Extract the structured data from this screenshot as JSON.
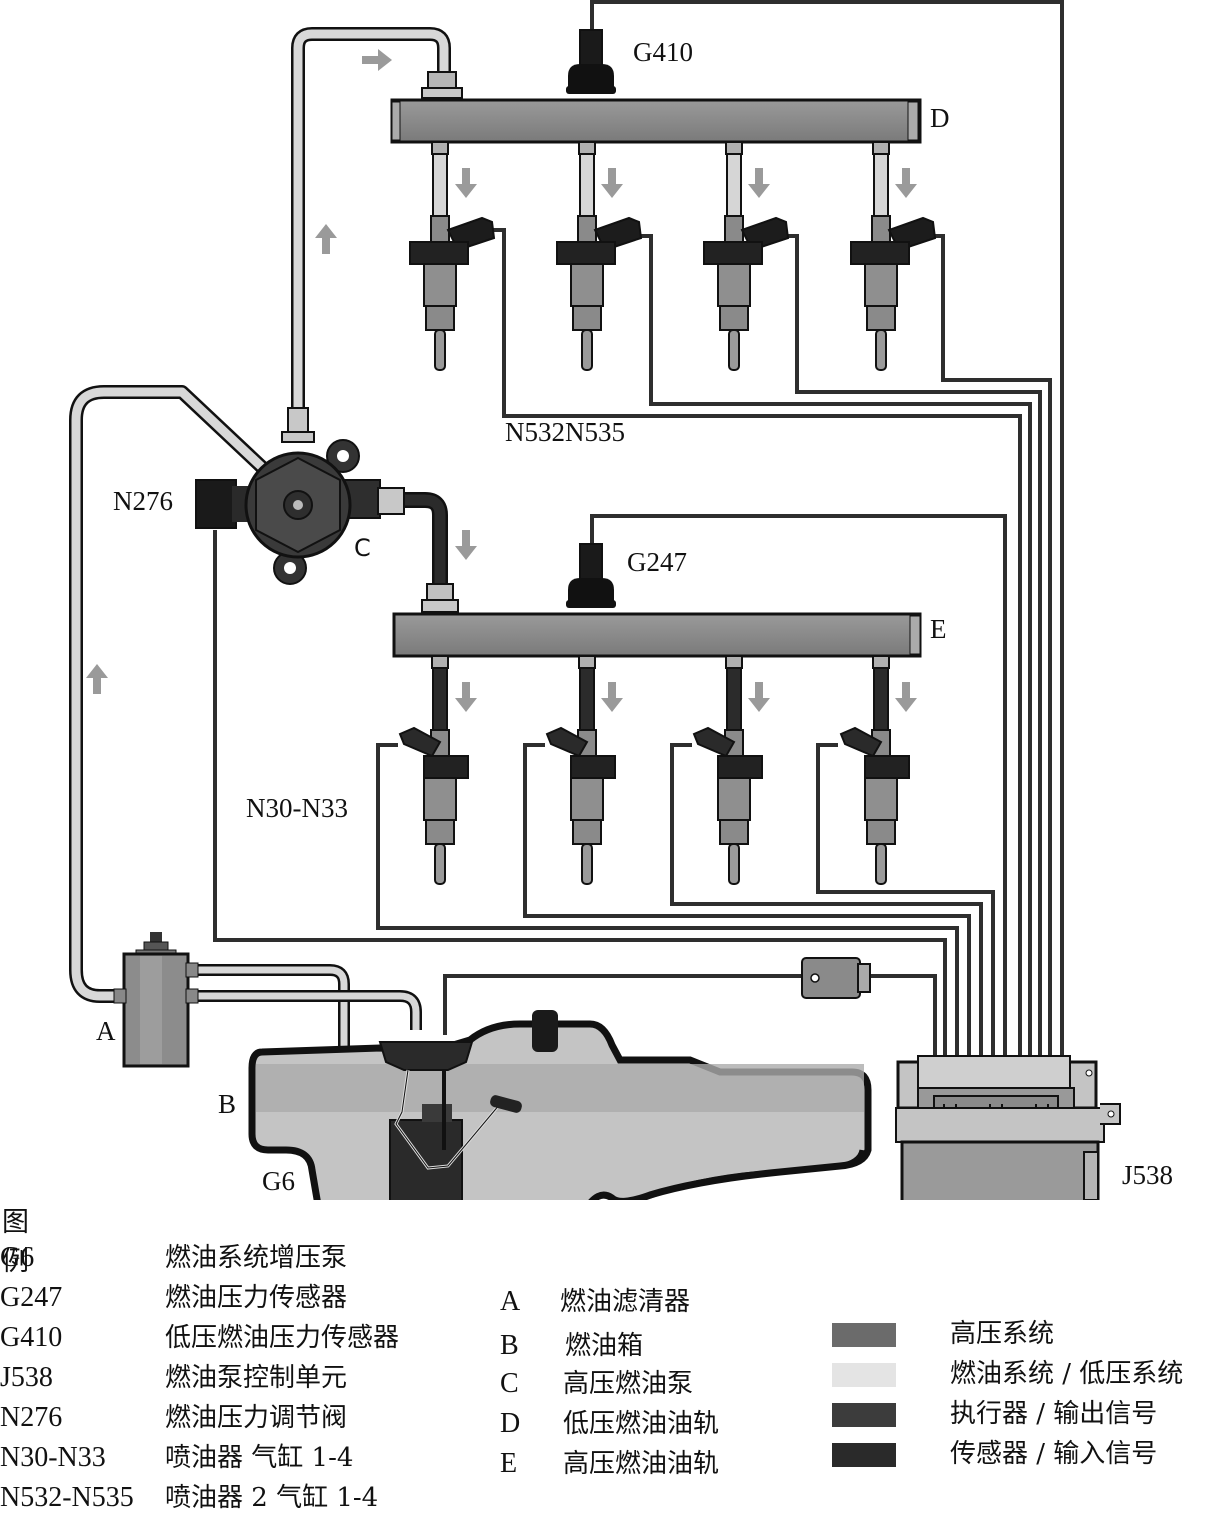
{
  "diagram": {
    "labels": {
      "G410": "G410",
      "D": "D",
      "N532N535": "N532N535",
      "N276": "N276",
      "C": "C",
      "G247": "G247",
      "E": "E",
      "N30N33": "N30-N33",
      "A": "A",
      "B": "B",
      "G6": "G6",
      "J538": "J538"
    },
    "colors": {
      "high_pressure": "#6b6b6b",
      "low_pressure": "#e4e4e4",
      "actuator_output": "#3c3c3c",
      "sensor_input": "#2a2a2a",
      "rail": "#8a8a8a",
      "fuel_tank": "#c8c8c8",
      "outline": "#111111"
    }
  },
  "legend": {
    "title": "图例",
    "components": [
      {
        "code": "G6",
        "desc": "燃油系统增压泵"
      },
      {
        "code": "G247",
        "desc": "燃油压力传感器"
      },
      {
        "code": "G410",
        "desc": "低压燃油压力传感器"
      },
      {
        "code": "J538",
        "desc": "燃油泵控制单元"
      },
      {
        "code": "N276",
        "desc": "燃油压力调节阀"
      },
      {
        "code": "N30-N33",
        "desc": "喷油器 气缸 1-4"
      },
      {
        "code": "N532-N535",
        "desc": "喷油器 2 气缸 1-4"
      }
    ],
    "parts": [
      {
        "letter": "A",
        "desc": "燃油滤清器"
      },
      {
        "letter": "B",
        "desc": "燃油箱"
      },
      {
        "letter": "C",
        "desc": "高压燃油泵"
      },
      {
        "letter": "D",
        "desc": "低压燃油油轨"
      },
      {
        "letter": "E",
        "desc": "高压燃油油轨"
      }
    ],
    "color_key": [
      {
        "label": "高压系统",
        "color": "#6b6b6b"
      },
      {
        "label": "燃油系统 / 低压系统",
        "color": "#e4e4e4"
      },
      {
        "label": "执行器 / 输出信号",
        "color": "#3c3c3c"
      },
      {
        "label": "传感器 / 输入信号",
        "color": "#2a2a2a"
      }
    ]
  }
}
